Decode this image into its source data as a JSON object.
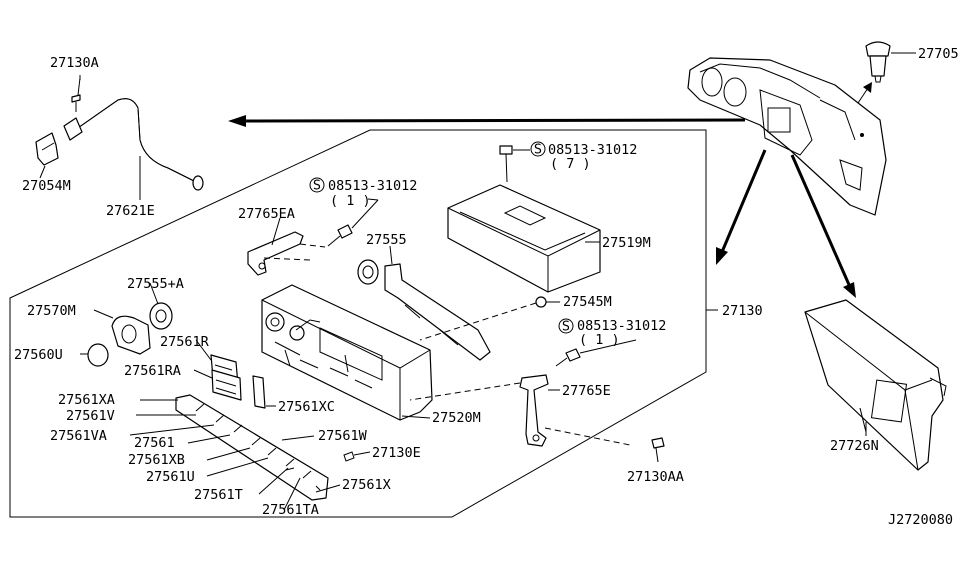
{
  "diagram_code": "J2720080",
  "labels": {
    "l27130A": "27130A",
    "l27054M": "27054M",
    "l27621E": "27621E",
    "l27705": "27705",
    "s08513_31012_a": "08513-31012",
    "s08513_31012_a_qty": "( 1 )",
    "l27765EA": "27765EA",
    "s08513_31012_b": "08513-31012",
    "s08513_31012_b_qty": "( 7 )",
    "l27519M": "27519M",
    "l27555": "27555",
    "l27555A": "27555+A",
    "l27570M": "27570M",
    "l27560U": "27560U",
    "l27561R": "27561R",
    "l27561RA": "27561RA",
    "l27545M": "27545M",
    "l27130": "27130",
    "s08513_31012_c": "08513-31012",
    "s08513_31012_c_qty": "( 1 )",
    "l27765E": "27765E",
    "l27561XA": "27561XA",
    "l27561V": "27561V",
    "l27561VA": "27561VA",
    "l27561XC": "27561XC",
    "l27520M": "27520M",
    "l27561W": "27561W",
    "l27561": "27561",
    "l27561XB": "27561XB",
    "l27130E": "27130E",
    "l27561U": "27561U",
    "l27561X": "27561X",
    "l27561T": "27561T",
    "l27561TA": "27561TA",
    "l27130AA": "27130AA",
    "l27726N": "27726N"
  },
  "screw_symbol": "S"
}
